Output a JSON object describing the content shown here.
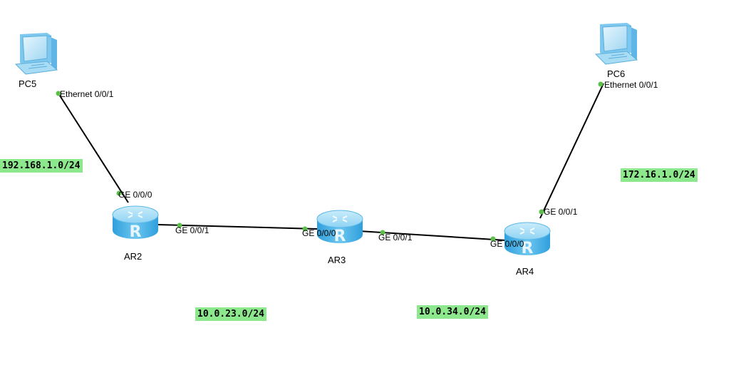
{
  "devices": {
    "pc5": {
      "name": "PC5",
      "icon": "pc-icon"
    },
    "pc6": {
      "name": "PC6",
      "icon": "pc-icon"
    },
    "ar2": {
      "name": "AR2",
      "icon": "router-icon"
    },
    "ar3": {
      "name": "AR3",
      "icon": "router-icon"
    },
    "ar4": {
      "name": "AR4",
      "icon": "router-icon"
    }
  },
  "ports": {
    "pc5_eth": "Ethernet 0/0/1",
    "ar2_ge000": "GE 0/0/0",
    "ar2_ge001": "GE 0/0/1",
    "ar3_ge000": "GE 0/0/0",
    "ar3_ge001": "GE 0/0/1",
    "ar4_ge000": "GE 0/0/0",
    "ar4_ge001": "GE 0/0/1",
    "pc6_eth": "Ethernet 0/0/1"
  },
  "subnets": {
    "lan1": "192.168.1.0/24",
    "link23": "10.0.23.0/24",
    "link34": "10.0.34.0/24",
    "lan2": "172.16.1.0/24"
  },
  "colors": {
    "subnet_bg": "#8de88d",
    "port_dot": "#5cc04a",
    "router_body": "#4fb3e8",
    "link": "#000000"
  }
}
